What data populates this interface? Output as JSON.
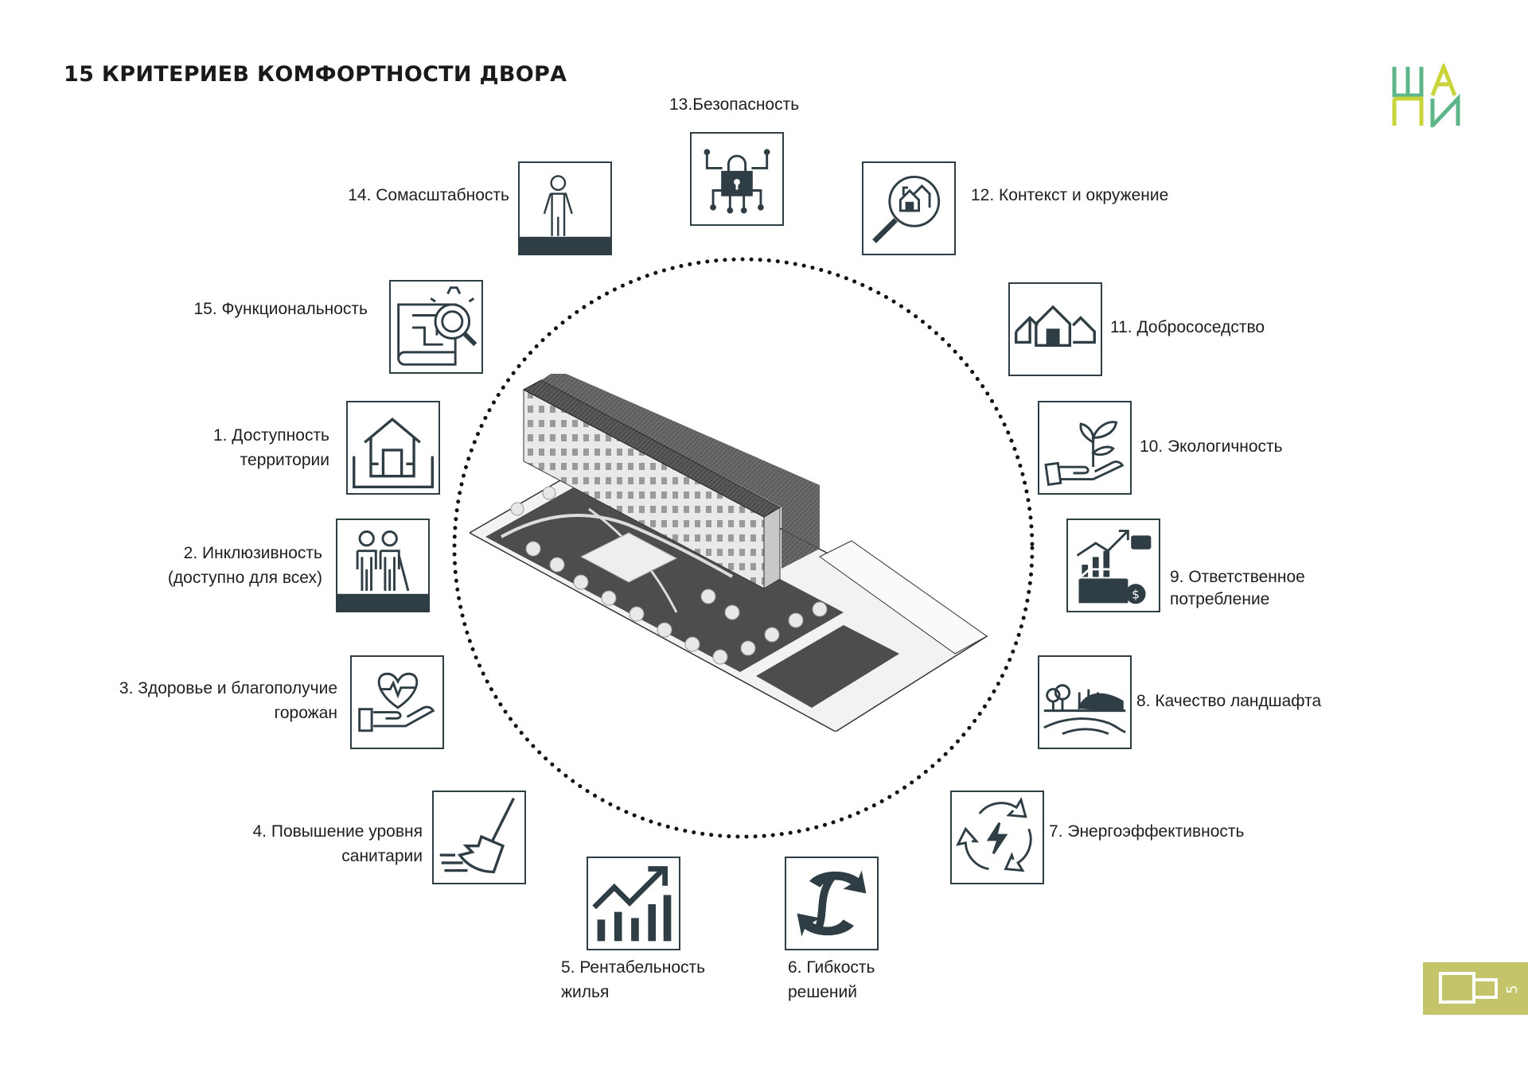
{
  "title": "15 КРИТЕРИЕВ КОМФОРТНОСТИ ДВОРА",
  "page_number": "5",
  "colors": {
    "icon_stroke": "#2e3e44",
    "logo_green": "#5fb58a",
    "logo_yellow": "#c9d43a",
    "badge": "#c4c56a"
  },
  "criteria": [
    {
      "id": "c1",
      "line1": "1. Доступность",
      "line2": "территории",
      "icon": "house-plan-icon"
    },
    {
      "id": "c2",
      "line1": "2. Инклюзивность",
      "line2": "(доступно для всех)",
      "icon": "people-icon"
    },
    {
      "id": "c3",
      "line1": "3. Здоровье и благополучие",
      "line2": "горожан",
      "icon": "heart-hand-icon"
    },
    {
      "id": "c4",
      "line1": "4. Повышение уровня",
      "line2": "санитарии",
      "icon": "broom-icon"
    },
    {
      "id": "c5",
      "line1": "5. Рентабельность",
      "line2": "жилья",
      "icon": "growth-chart-icon"
    },
    {
      "id": "c6",
      "line1": "6. Гибкость",
      "line2": "решений",
      "icon": "flexibility-icon"
    },
    {
      "id": "c7",
      "line1": "7. Энергоэффективность",
      "line2": "",
      "icon": "energy-cycle-icon"
    },
    {
      "id": "c8",
      "line1": "8. Качество ландшафта",
      "line2": "",
      "icon": "landscape-icon"
    },
    {
      "id": "c9",
      "line1": "9. Ответственное",
      "line2": "потребление",
      "icon": "consumption-icon"
    },
    {
      "id": "c10",
      "line1": "10. Экологичность",
      "line2": "",
      "icon": "plant-hand-icon"
    },
    {
      "id": "c11",
      "line1": "11. Добрососедство",
      "line2": "",
      "icon": "houses-icon"
    },
    {
      "id": "c12",
      "line1": "12. Контекст и окружение",
      "line2": "",
      "icon": "magnifier-houses-icon"
    },
    {
      "id": "c13",
      "line1": "13.Безопасность",
      "line2": "",
      "icon": "lock-icon"
    },
    {
      "id": "c14",
      "line1": "14. Сомасштабность",
      "line2": "",
      "icon": "human-scale-icon"
    },
    {
      "id": "c15",
      "line1": "15. Функциональность",
      "line2": "",
      "icon": "blueprint-gear-icon"
    }
  ]
}
